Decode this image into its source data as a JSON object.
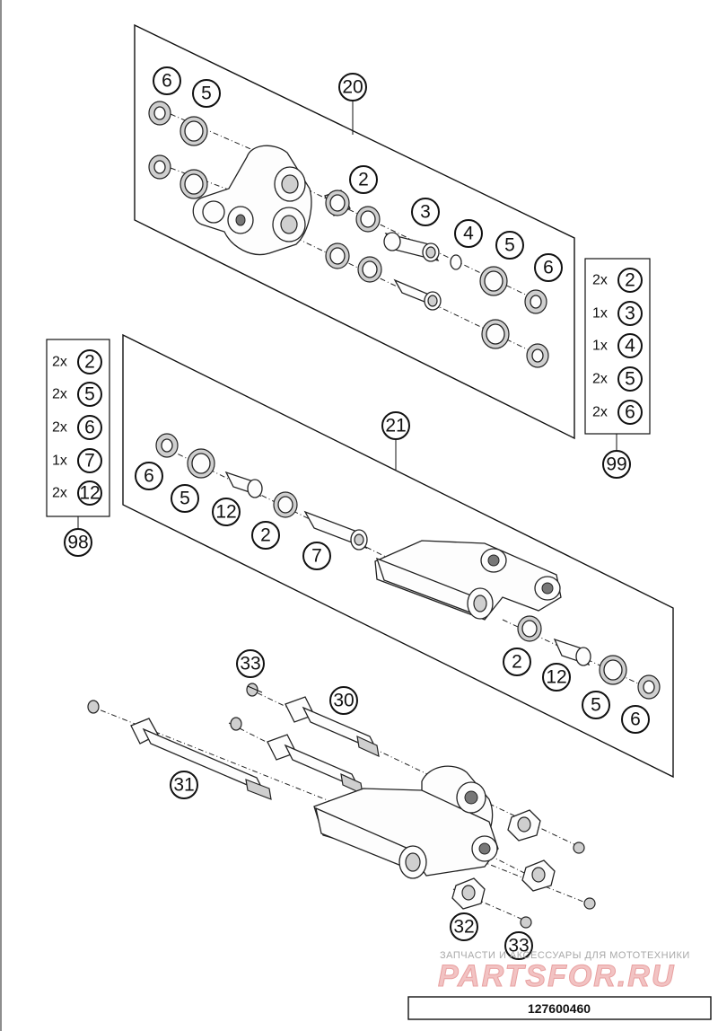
{
  "callouts": {
    "a20": "20",
    "a21": "21",
    "a30": "30",
    "a31": "31",
    "a32": "32",
    "a33a": "33",
    "a33b": "33",
    "a98": "98",
    "a99": "99",
    "t1_6a": "6",
    "t1_5a": "5",
    "t1_2": "2",
    "t1_3": "3",
    "t1_4": "4",
    "t1_5b": "5",
    "t1_6b": "6",
    "t2_6": "6",
    "t2_5": "5",
    "t2_12": "12",
    "t2_2": "2",
    "t2_7": "7",
    "t2_2b": "2",
    "t2_12b": "12",
    "t2_5b": "5",
    "t2_6b": "6"
  },
  "kit99": [
    {
      "qty": "2x",
      "part": "2"
    },
    {
      "qty": "1x",
      "part": "3"
    },
    {
      "qty": "1x",
      "part": "4"
    },
    {
      "qty": "2x",
      "part": "5"
    },
    {
      "qty": "2x",
      "part": "6"
    }
  ],
  "kit98": [
    {
      "qty": "2x",
      "part": "2"
    },
    {
      "qty": "2x",
      "part": "5"
    },
    {
      "qty": "2x",
      "part": "6"
    },
    {
      "qty": "1x",
      "part": "7"
    },
    {
      "qty": "2x",
      "part": "12"
    }
  ],
  "watermark": {
    "line1": "ЗАПЧАСТИ И АКСЕССУАРЫ ДЛЯ МОТОТЕХНИКИ",
    "line2": "PARTSFOR.RU"
  },
  "reference": "127600460",
  "colors": {
    "ink": "#111111",
    "watermark": "#e8a0a0"
  }
}
